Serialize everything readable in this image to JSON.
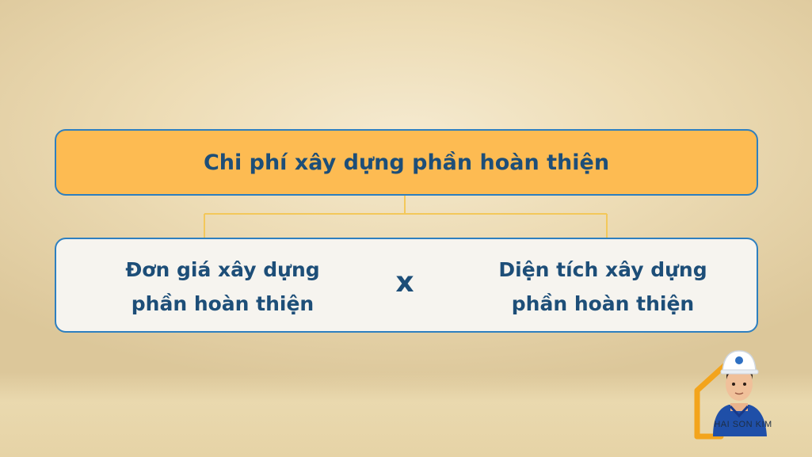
{
  "diagram": {
    "top_label": "Chi phí xây dựng phần hoàn thiện",
    "left_term": "Đơn giá xây dựng\nphần hoàn thiện",
    "operator": "x",
    "right_term": "Diện tích xây dựng\nphần hoàn thiện"
  },
  "logo": {
    "text": "HAI SON KIM"
  },
  "colors": {
    "top_fill": "#fdbb52",
    "border": "#2e7fbf",
    "text": "#1d4e78",
    "bottom_fill": "#f6f4ef",
    "connector": "#f3c85a"
  }
}
